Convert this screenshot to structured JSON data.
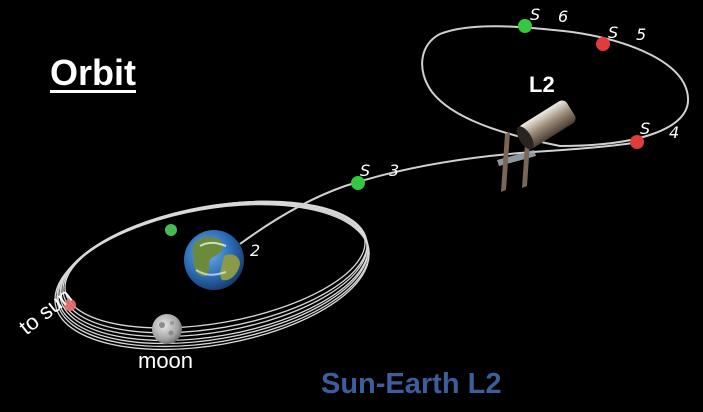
{
  "title": "Orbit",
  "labels": {
    "l2": "L2",
    "moon": "moon",
    "to_sun": "to sun"
  },
  "subtitle": "Sun-Earth L2",
  "sequence_marks": [
    "S",
    "6",
    "S",
    "5",
    "S",
    "4",
    "S",
    "3",
    "2"
  ],
  "colors": {
    "background": "#000000",
    "subtitle": "#3c5f9c",
    "marker_green": "#34c840",
    "marker_red": "#e03c3c",
    "orbit_lines": "#d9d9d9"
  },
  "icons": {
    "earth": "earth-globe",
    "moon": "moon",
    "telescope": "space-telescope"
  }
}
